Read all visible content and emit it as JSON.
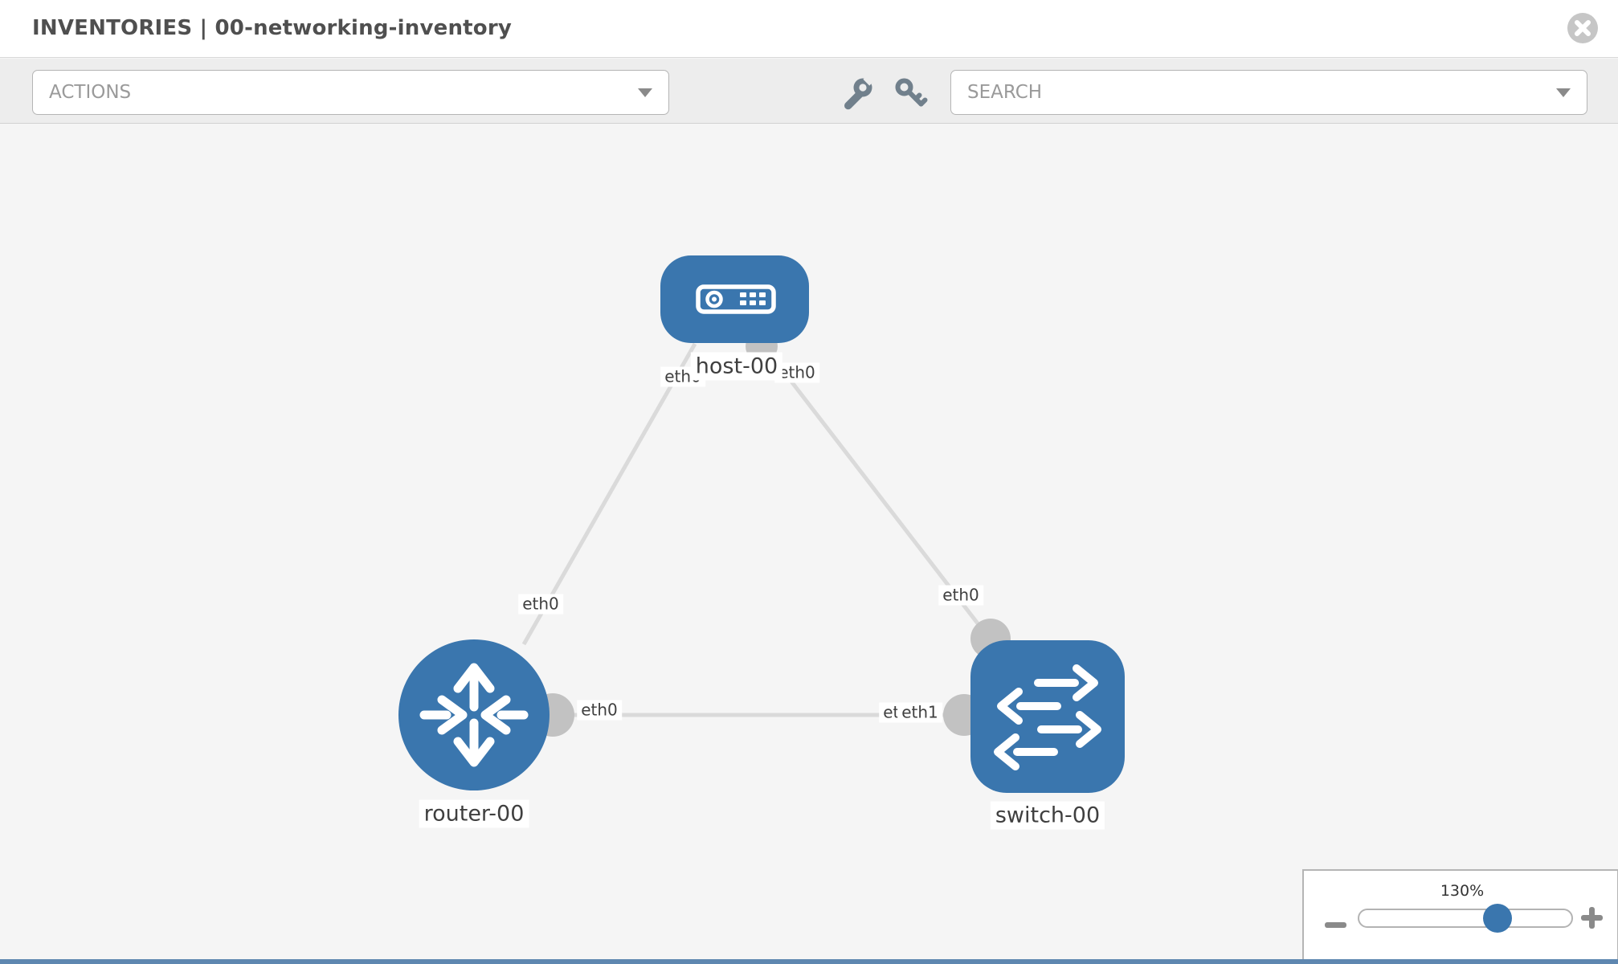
{
  "header": {
    "title": "INVENTORIES | 00-networking-inventory",
    "close_icon": "close-circle-x"
  },
  "toolbar": {
    "actions": {
      "label": "ACTIONS",
      "icon": "caret-down"
    },
    "tools": [
      {
        "icon": "wrench"
      },
      {
        "icon": "key"
      }
    ],
    "search": {
      "placeholder": "SEARCH",
      "icon": "caret-down"
    }
  },
  "canvas": {
    "nodes": [
      {
        "id": "host-00",
        "label": "host-00",
        "type": "host",
        "icon": "server"
      },
      {
        "id": "router-00",
        "label": "router-00",
        "type": "router",
        "icon": "router-arrows"
      },
      {
        "id": "switch-00",
        "label": "switch-00",
        "type": "switch",
        "icon": "switch-arrows"
      }
    ],
    "links": [
      {
        "source": "host-00",
        "target": "router-00",
        "source_interface": "eth0",
        "target_interface": "eth0"
      },
      {
        "source": "host-00",
        "target": "switch-00",
        "source_interface": "eth0",
        "target_interface": "eth0"
      },
      {
        "source": "router-00",
        "target": "switch-00",
        "source_interface": "eth0",
        "target_interface": "eth1"
      }
    ],
    "labels": {
      "host": "host-00",
      "router": "router-00",
      "switch": "switch-00"
    },
    "iface": {
      "hr_host": "eth0",
      "hr_router": "eth0",
      "hs_host": "eth0",
      "hs_switch": "eth0",
      "rs_router": "eth0",
      "rs_switch_back": "eth0",
      "rs_switch_front": "eth1"
    }
  },
  "zoom_panel": {
    "percent": "130%",
    "minus_icon": "minus",
    "plus_icon": "plus"
  },
  "colors": {
    "node_blue": "#3a76ae",
    "link_gray": "#dadada",
    "port_gray": "#c2c2c2",
    "toolbar_bg": "#ededed",
    "canvas_bg": "#f5f5f5",
    "icon_gray": "#71808c"
  }
}
